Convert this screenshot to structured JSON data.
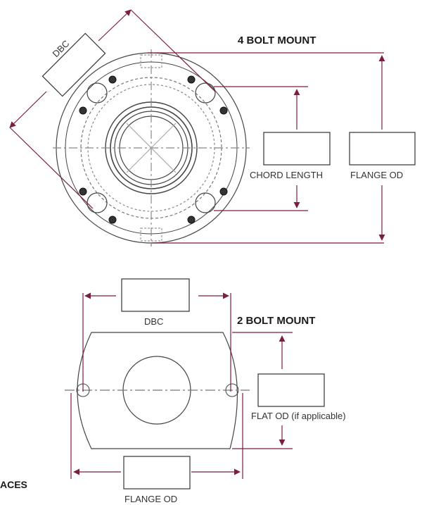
{
  "colors": {
    "accent": "#7a1f3d",
    "line": "#444444",
    "light": "#9a9a9a"
  },
  "four_bolt": {
    "title": "4 BOLT MOUNT",
    "dbc_label": "DBC",
    "chord_label": "CHORD LENGTH",
    "flange_od_label": "FLANGE OD"
  },
  "two_bolt": {
    "title": "2 BOLT MOUNT",
    "dbc_label": "DBC",
    "flat_od_label": "FLAT OD (if applicable)",
    "flange_od_label": "FLANGE OD"
  },
  "clipped_text": "ACES"
}
